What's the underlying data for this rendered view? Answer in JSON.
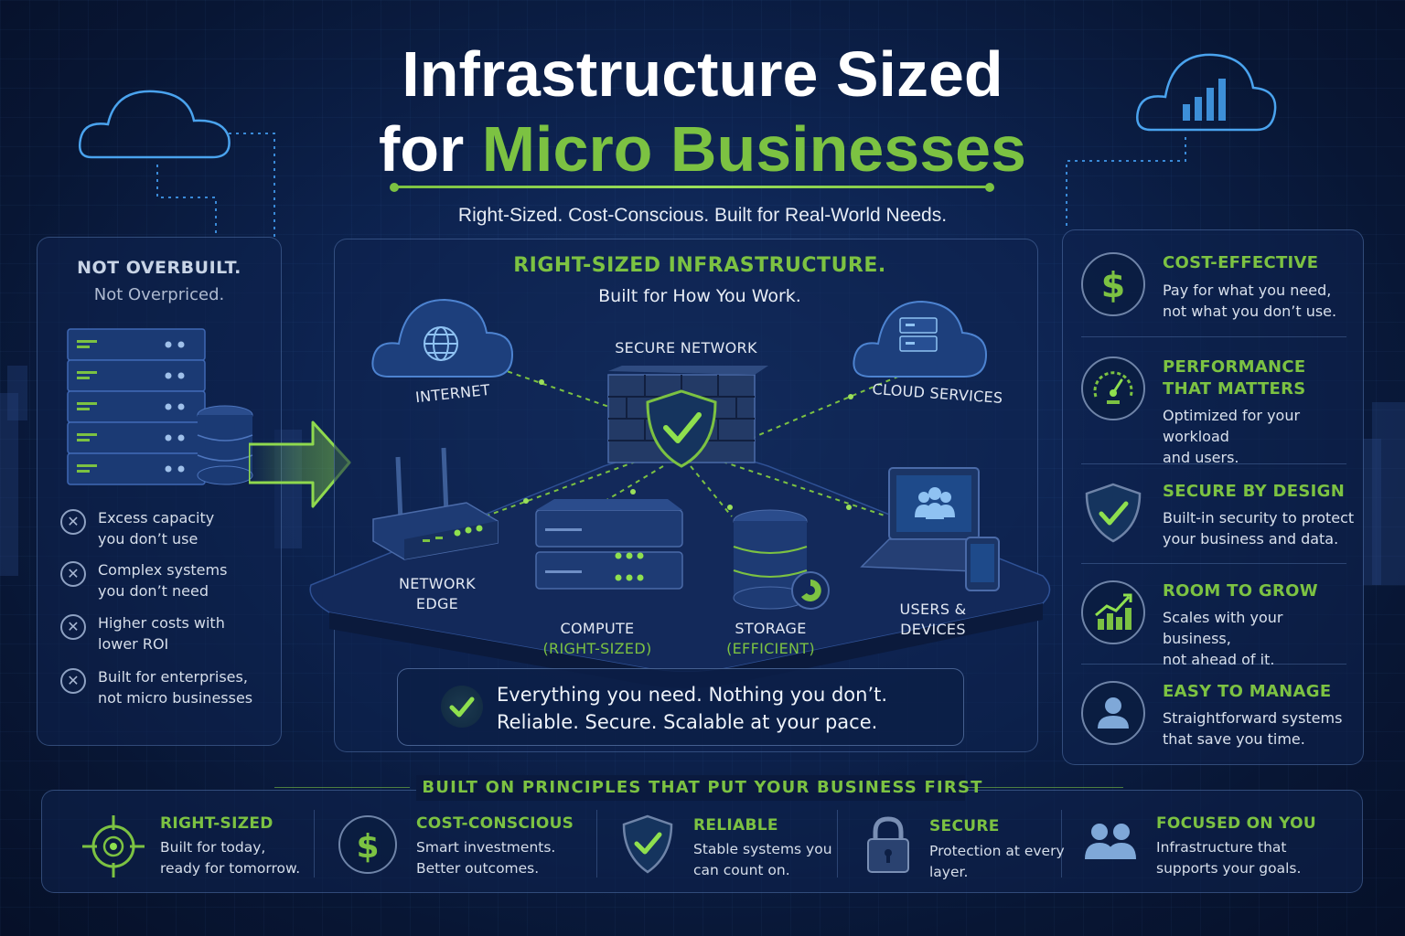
{
  "header": {
    "title_line1": "Infrastructure Sized",
    "title_line2_prefix": "for",
    "title_line2_highlight": "Micro Businesses",
    "subtitle": "Right-Sized. Cost-Conscious. Built for Real-World Needs."
  },
  "left_panel": {
    "heading": "NOT OVERBUILT.",
    "subheading": "Not Overpriced.",
    "items": [
      {
        "text": "Excess capacity\nyou don’t use"
      },
      {
        "text": "Complex systems\nyou don’t need"
      },
      {
        "text": "Higher costs with\nlower ROI"
      },
      {
        "text": "Built for enterprises,\nnot micro businesses"
      }
    ]
  },
  "center_panel": {
    "heading": "RIGHT-SIZED INFRASTRUCTURE.",
    "subheading": "Built for How You Work.",
    "nodes": {
      "internet": "INTERNET",
      "secure_network": "SECURE NETWORK",
      "cloud_services": "CLOUD SERVICES",
      "network_edge_1": "NETWORK",
      "network_edge_2": "EDGE",
      "compute": "COMPUTE",
      "compute_sub": "(RIGHT-SIZED)",
      "storage": "STORAGE",
      "storage_sub": "(EFFICIENT)",
      "users_1": "USERS &",
      "users_2": "DEVICES"
    },
    "callout_line1": "Everything you need. Nothing you don’t.",
    "callout_line2": "Reliable. Secure. Scalable at your pace."
  },
  "right_panel": {
    "features": [
      {
        "title": "COST-EFFECTIVE",
        "desc_1": "Pay for what you need,",
        "desc_2": "not what you don’t use.",
        "icon": "dollar-icon"
      },
      {
        "title": "PERFORMANCE THAT MATTERS",
        "desc_1": "Optimized for your workload",
        "desc_2": "and users.",
        "icon": "gauge-icon"
      },
      {
        "title": "SECURE BY DESIGN",
        "desc_1": "Built-in security to protect",
        "desc_2": "your business and data.",
        "icon": "shield-check-icon"
      },
      {
        "title": "ROOM TO GROW",
        "desc_1": "Scales with your business,",
        "desc_2": "not ahead of it.",
        "icon": "growth-chart-icon"
      },
      {
        "title": "EASY TO MANAGE",
        "desc_1": "Straightforward systems",
        "desc_2": "that save you time.",
        "icon": "user-icon"
      }
    ]
  },
  "bottom": {
    "title": "BUILT ON PRINCIPLES THAT PUT YOUR BUSINESS FIRST",
    "principles": [
      {
        "title": "RIGHT-SIZED",
        "desc": "Built for today,\nready for tomorrow.",
        "icon": "target-icon"
      },
      {
        "title": "COST-CONSCIOUS",
        "desc": "Smart investments.\nBetter outcomes.",
        "icon": "dollar-icon"
      },
      {
        "title": "RELIABLE",
        "desc": "Stable systems you\ncan count on.",
        "icon": "shield-check-icon"
      },
      {
        "title": "SECURE",
        "desc": "Protection at every\nlayer.",
        "icon": "lock-icon"
      },
      {
        "title": "FOCUSED ON YOU",
        "desc": "Infrastructure that\nsupports your goals.",
        "icon": "users-icon"
      }
    ]
  },
  "colors": {
    "accent_green": "#7cc242",
    "background_navy": "#0d2350",
    "icon_blue": "#3d8fd8"
  }
}
